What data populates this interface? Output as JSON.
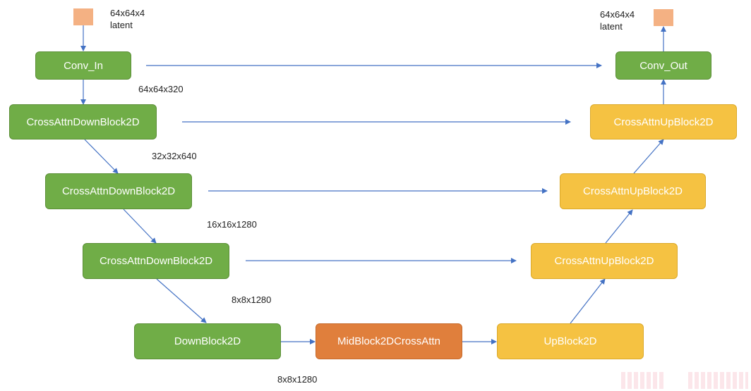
{
  "input": {
    "shape": "64x64x4",
    "name": "latent"
  },
  "output": {
    "shape": "64x64x4",
    "name": "latent"
  },
  "down_path": {
    "conv_in": "Conv_In",
    "block1": "CrossAttnDownBlock2D",
    "block2": "CrossAttnDownBlock2D",
    "block3": "CrossAttnDownBlock2D",
    "block4": "DownBlock2D"
  },
  "mid": {
    "block": "MidBlock2DCrossAttn"
  },
  "up_path": {
    "block1": "UpBlock2D",
    "block2": "CrossAttnUpBlock2D",
    "block3": "CrossAttnUpBlock2D",
    "block4": "CrossAttnUpBlock2D",
    "conv_out": "Conv_Out"
  },
  "dims": {
    "after_conv_in": "64x64x320",
    "after_down1": "32x32x640",
    "after_down2": "16x16x1280",
    "after_down3": "8x8x1280",
    "after_down4": "8x8x1280"
  },
  "colors": {
    "down": "#70ad47",
    "up": "#f5c242",
    "mid": "#e07f3c",
    "latent": "#f4b183",
    "arrow": "#4472c4"
  }
}
